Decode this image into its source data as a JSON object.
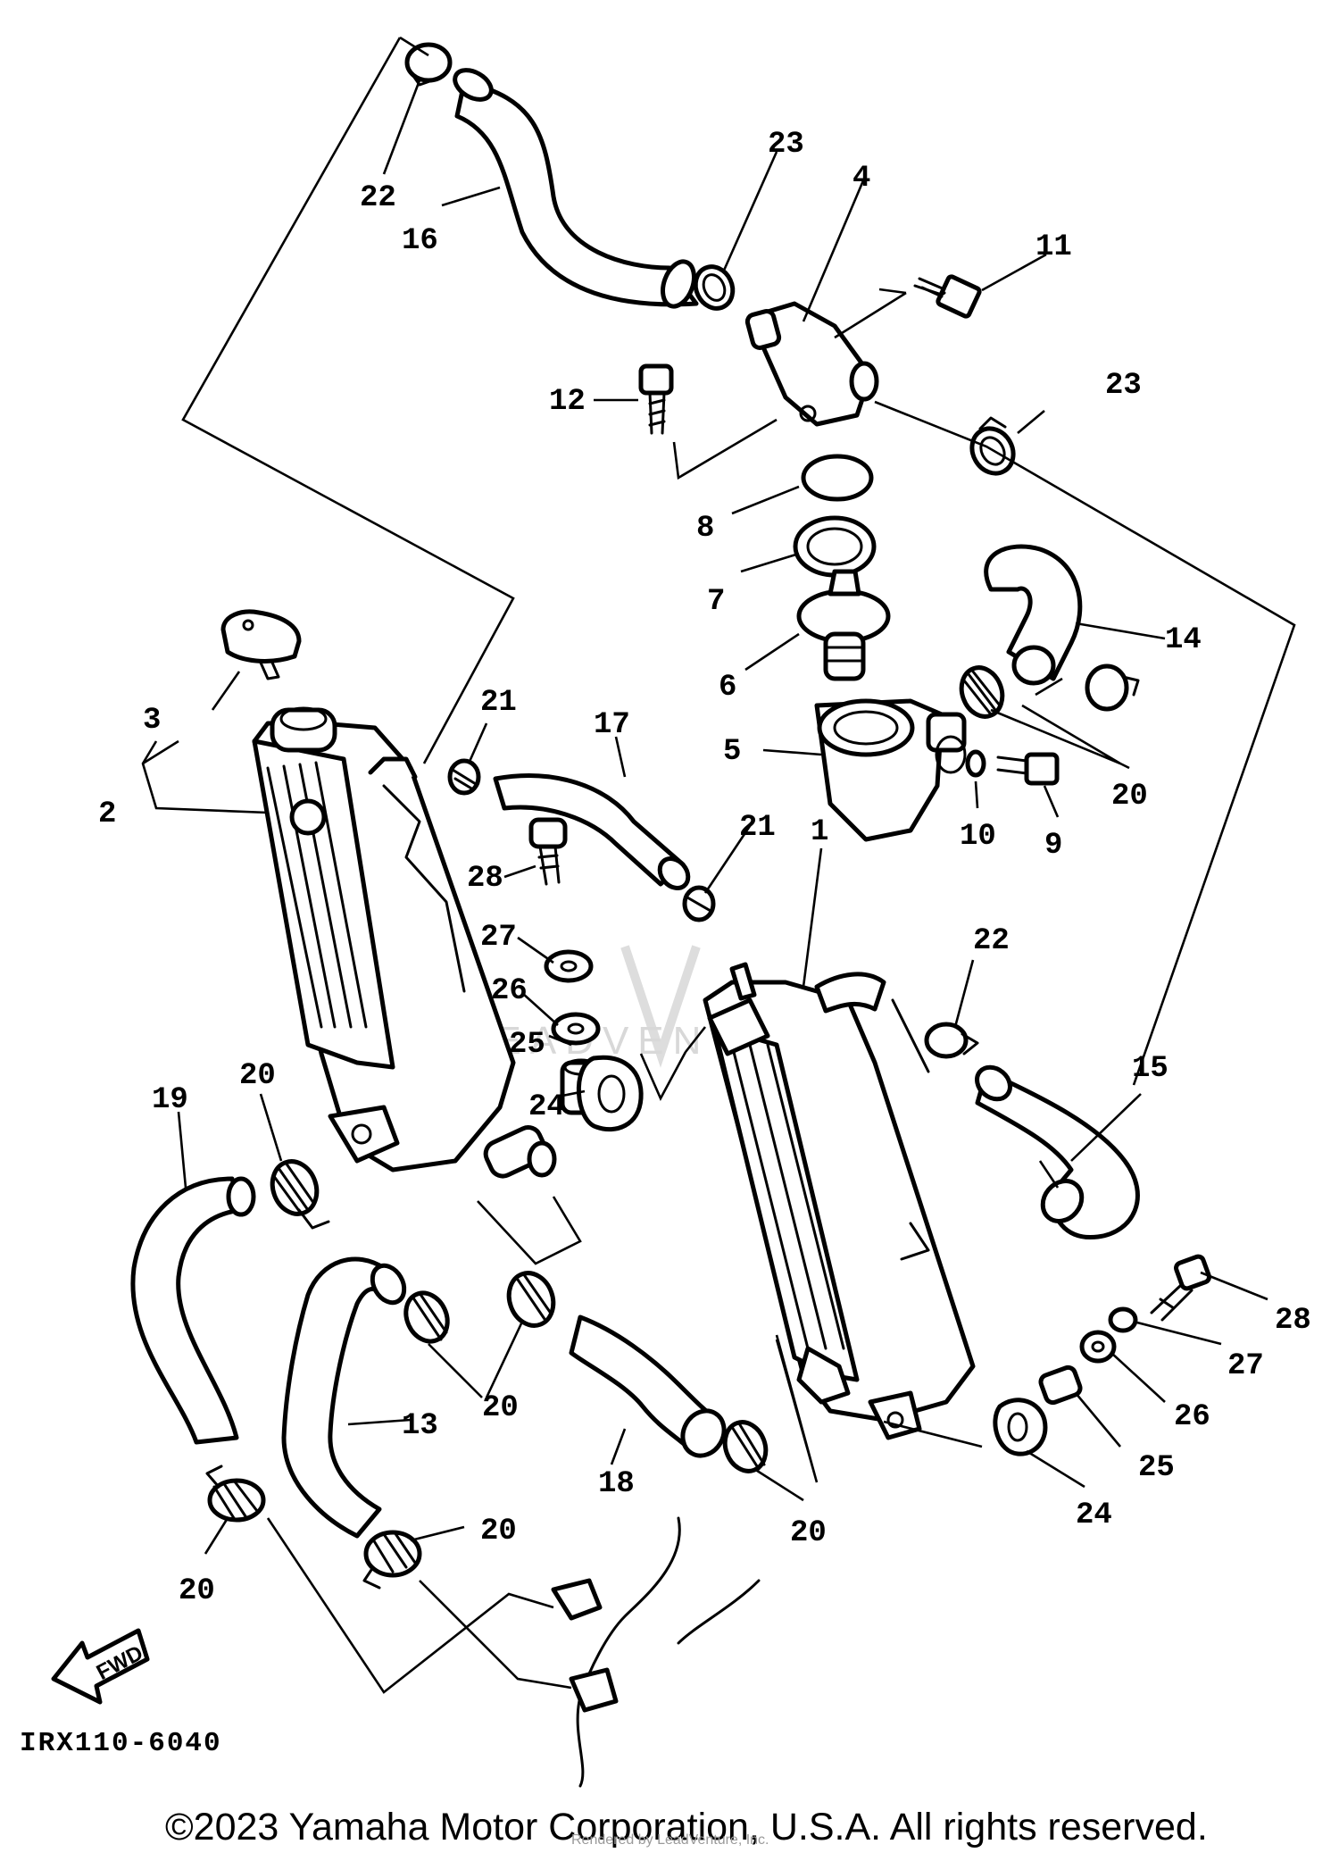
{
  "diagram": {
    "callouts": [
      "1",
      "2",
      "3",
      "4",
      "5",
      "6",
      "7",
      "8",
      "9",
      "10",
      "11",
      "12",
      "13",
      "14",
      "15",
      "16",
      "17",
      "18",
      "19",
      "20",
      "21",
      "22",
      "23",
      "24",
      "25",
      "26",
      "27",
      "28"
    ],
    "diagram_code": "IRX110-6040",
    "fwd_arrow_label": "FWD",
    "watermark": "LEADVENTURE"
  },
  "footer": {
    "copyright": "©2023 Yamaha Motor Corporation, U.S.A. All rights reserved.",
    "rendered_by": "Rendered by LeadVenture, Inc."
  }
}
